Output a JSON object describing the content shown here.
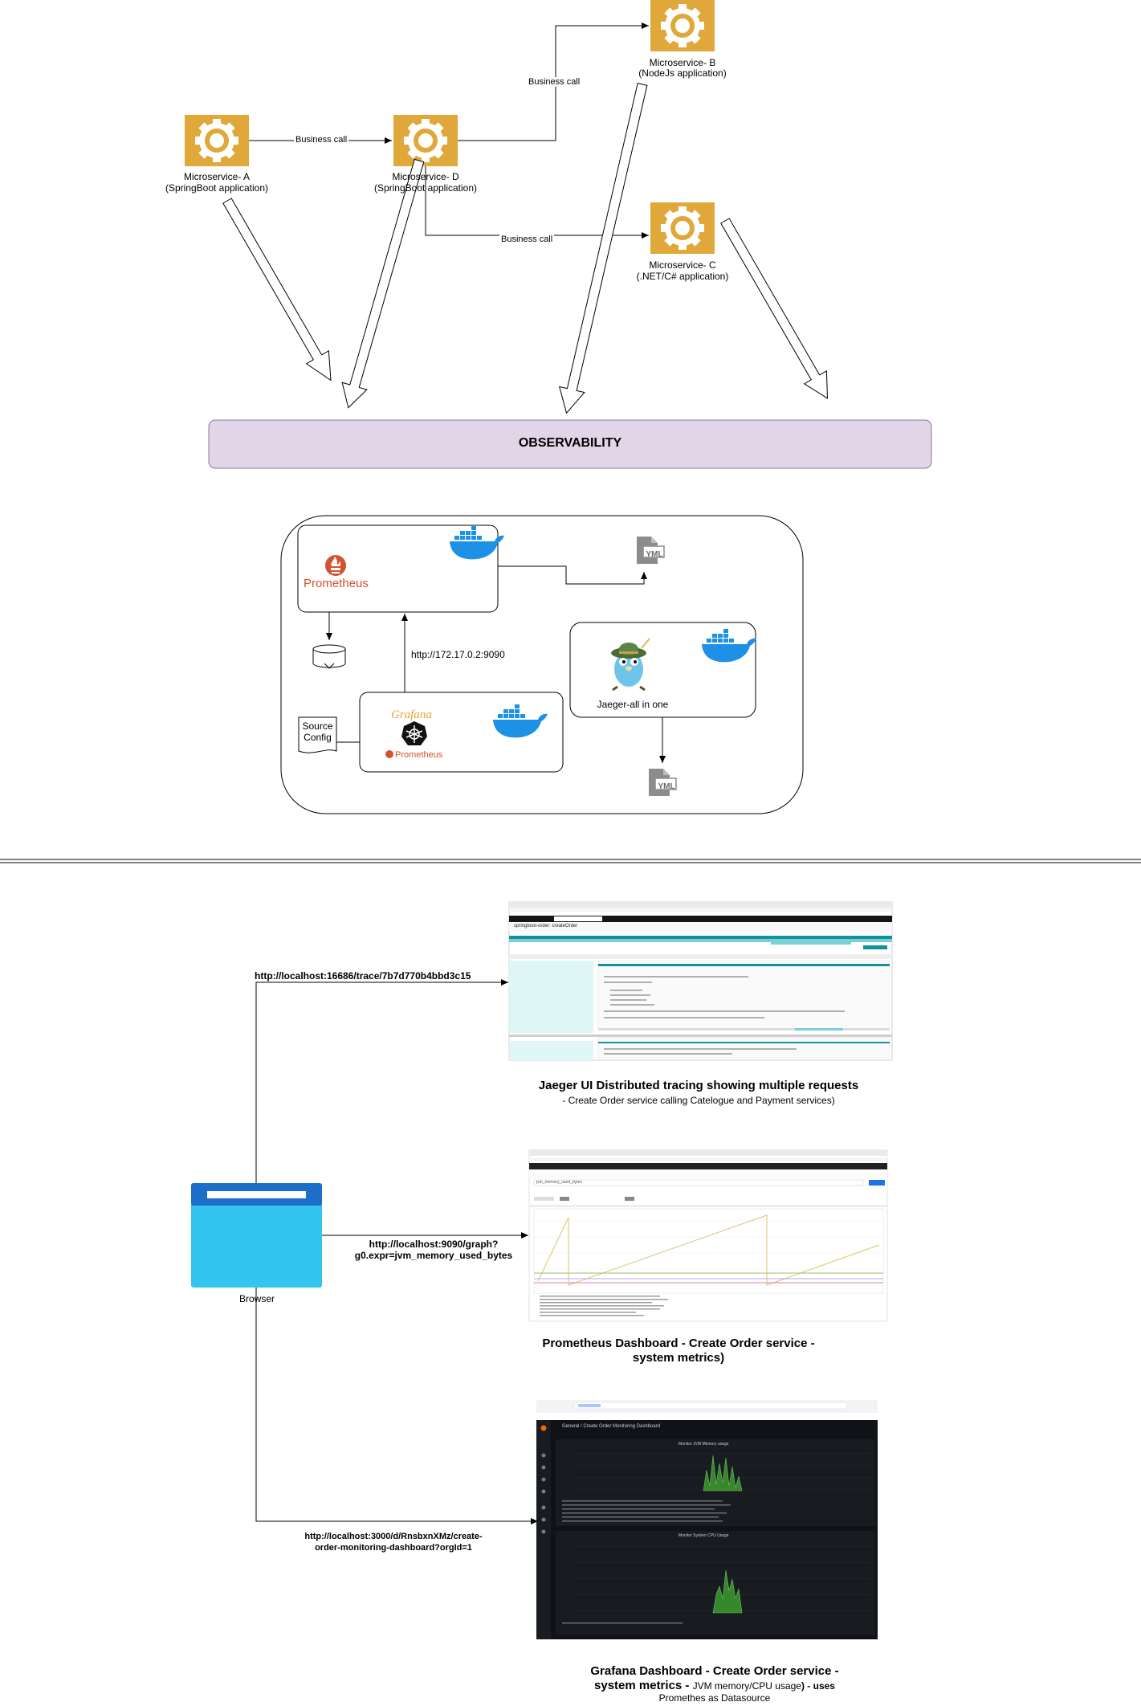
{
  "architecture": {
    "services": [
      {
        "id": "ms-a",
        "name": "Microservice- A",
        "tech": "(SpringBoot application)"
      },
      {
        "id": "ms-d",
        "name": "Microservice- D",
        "tech": "(SpringBoot application)"
      },
      {
        "id": "ms-b",
        "name": "Microservice- B",
        "tech": "(NodeJs application)"
      },
      {
        "id": "ms-c",
        "name": "Microservice- C",
        "tech": "(.NET/C# application)"
      }
    ],
    "edge_labels": {
      "a_to_d": "Business call",
      "d_to_b": "Business call",
      "d_to_c": "Business call"
    },
    "observability_label": "OBSERVABILITY"
  },
  "stack": {
    "prometheus_logo": "Prometheus",
    "prometheus_url": "http://172.17.0.2:9090",
    "grafana_logo": "Grafana",
    "grafana_prometheus_logo": "Prometheus",
    "source_config": [
      "Source",
      "Config"
    ],
    "jaeger_label": "Jaeger-all in one",
    "yml_label": "YML"
  },
  "browser": {
    "label": "Browser",
    "links": [
      {
        "id": "jaeger",
        "url": "http://localhost:16686/trace/7b7d770b4bbd3c15"
      },
      {
        "id": "prometheus",
        "url_lines": [
          "http://localhost:9090/graph?",
          "g0.expr=jvm_memory_used_bytes"
        ]
      },
      {
        "id": "grafana",
        "url_lines": [
          "http://localhost:3000/d/RnsbxnXMz/create-",
          "order-monitoring-dashboard?orgId=1"
        ]
      }
    ]
  },
  "captions": {
    "jaeger": {
      "line1": "Jaeger UI Distributed tracing showing multiple requests",
      "line2": "- Create Order service calling Catelogue and Payment services)"
    },
    "prometheus": {
      "line1": "Prometheus Dashboard - Create Order service -",
      "line2": "system metrics)"
    },
    "grafana": {
      "line1": "Grafana Dashboard - Create Order service -",
      "line2_bold": "system metrics",
      "line2_sep": " - ",
      "line2_norm": "JVM memory/CPU usage",
      "line2_end": ") - uses",
      "line3": "Promethes as Datasource"
    }
  },
  "screenshots": {
    "jaeger_title": "springboot-order: createOrder",
    "grafana_breadcrumb": "General / Create Order Monitoring Dashboard",
    "grafana_panel1": "Monitor JVM Memory usage",
    "grafana_panel2": "Monitor System CPU Usage",
    "prometheus_query": "jvm_memory_used_bytes"
  },
  "colors": {
    "gear_fill": "#e0a83a",
    "observability_fill": "#e1d5e7",
    "observability_stroke": "#9673a6",
    "docker_blue": "#1d91e6",
    "prometheus_orange": "#d35230",
    "browser_blue": "#2e9de4"
  }
}
